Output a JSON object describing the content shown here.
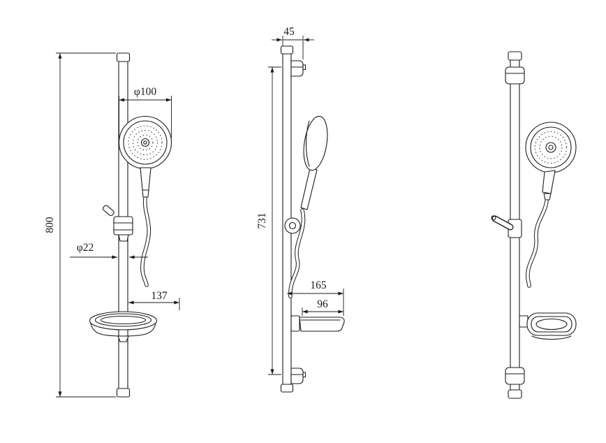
{
  "drawing": {
    "kind": "shower-slide-rail-set-technical-drawing",
    "views": [
      "front",
      "side",
      "rear"
    ]
  },
  "dimensions": {
    "front": {
      "overall_height": "800",
      "head_diameter": "φ100",
      "rail_diameter": "φ22",
      "soap_dish_width": "137"
    },
    "side": {
      "bracket_depth": "45",
      "mount_distance": "731",
      "dish_total_depth": "165",
      "dish_tray_depth": "96"
    }
  },
  "colors": {
    "line": "#1a1a1a",
    "background": "#ffffff"
  }
}
